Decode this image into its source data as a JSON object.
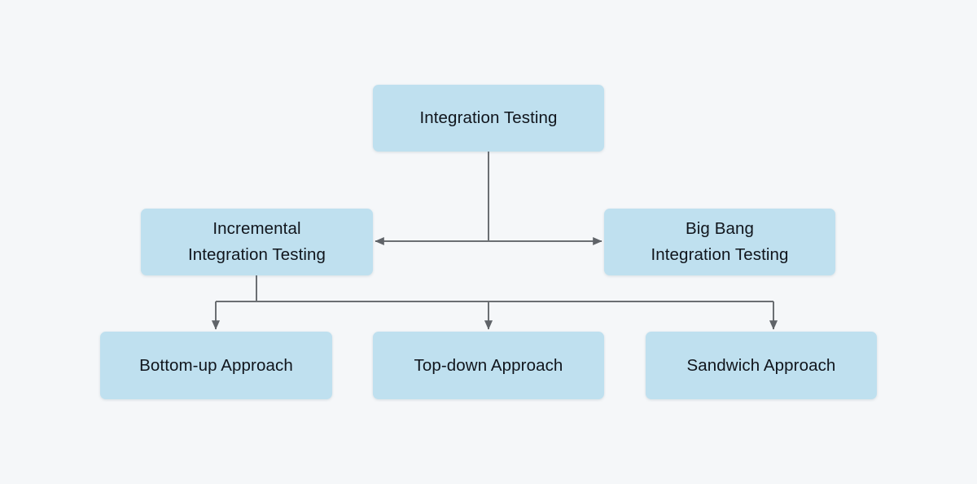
{
  "diagram": {
    "title": "Integration Testing",
    "type": "hierarchy-tree",
    "background_color": "#f5f7f9",
    "node_fill_color": "#bfe0ef",
    "node_text_color": "#10151c",
    "connector_color": "#6b6f73",
    "levels": 3,
    "nodes": {
      "root": {
        "id": "integration-testing",
        "label": "Integration Testing",
        "level": 1
      },
      "incremental": {
        "id": "incremental-integration-testing",
        "label": "Incremental\nIntegration Testing",
        "line1": "Incremental",
        "line2": "Integration Testing",
        "level": 2
      },
      "big_bang": {
        "id": "big-bang-integration-testing",
        "label": "Big Bang\nIntegration Testing",
        "line1": "Big Bang",
        "line2": "Integration Testing",
        "level": 2
      },
      "bottom_up": {
        "id": "bottom-up-approach",
        "label": "Bottom-up Approach",
        "level": 3
      },
      "top_down": {
        "id": "top-down-approach",
        "label": "Top-down Approach",
        "level": 3
      },
      "sandwich": {
        "id": "sandwich-approach",
        "label": "Sandwich Approach",
        "level": 3
      }
    },
    "edges": [
      {
        "from": "integration-testing",
        "to": "incremental-integration-testing",
        "arrow": "left"
      },
      {
        "from": "integration-testing",
        "to": "big-bang-integration-testing",
        "arrow": "right"
      },
      {
        "from": "incremental-integration-testing",
        "to": "bottom-up-approach",
        "arrow": "down"
      },
      {
        "from": "incremental-integration-testing",
        "to": "top-down-approach",
        "arrow": "down"
      },
      {
        "from": "incremental-integration-testing",
        "to": "sandwich-approach",
        "arrow": "down"
      }
    ]
  }
}
